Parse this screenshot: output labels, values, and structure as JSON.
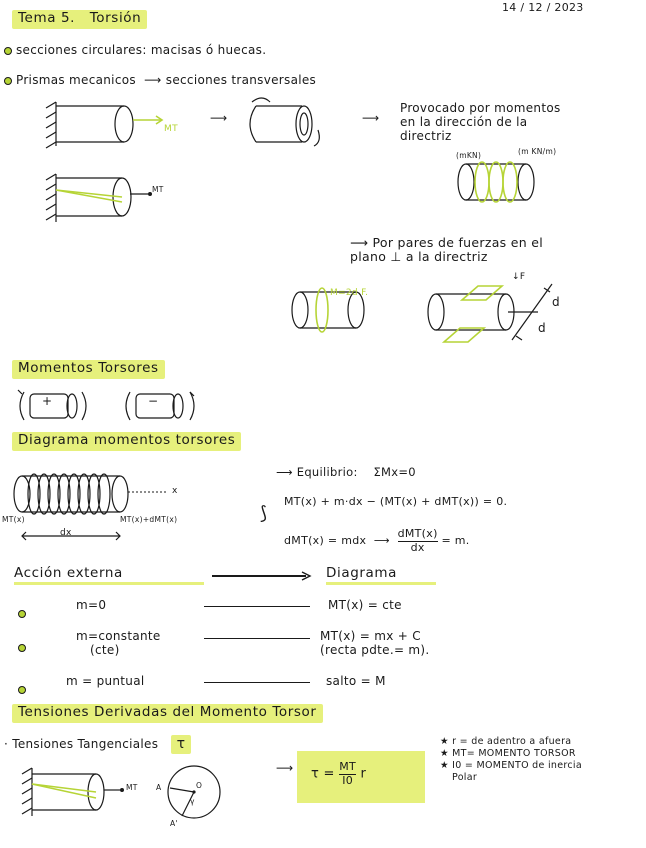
{
  "header": {
    "title": "Tema 5.",
    "subtitle": "Torsión",
    "date": "14 / 12 / 2023"
  },
  "intro": {
    "line1": "secciones circulares: macisas ó huecas.",
    "line2": "Prismas mecanicos",
    "line2_arrow": "secciones transversales",
    "caption1": [
      "Provocado por momentos",
      "en la dirección de la",
      "directriz"
    ],
    "mt_label": "MT",
    "mt_label2": "MT",
    "moment_units1": "(mKN)",
    "moment_units2": "(m KN/m)",
    "caption2": [
      "Por pares de fuerzas en el",
      "plano ⊥ a la directriz"
    ],
    "pair_label": "M=2d F.",
    "force_label": "F",
    "d_label1": "d",
    "d_label2": "d"
  },
  "momentos_torsores": {
    "title": "Momentos Torsores",
    "plus": "+",
    "minus": "−"
  },
  "diagrama": {
    "title": "Diagrama momentos torsores",
    "left_label": "MT(x)",
    "right_label": "MT(x)+dMT(x)",
    "dx_label": "dx",
    "x_label": "x",
    "eq_title": "Equilibrio:",
    "eq_sum": "ΣMx=0",
    "eq1": "MT(x) + m·dx − (MT(x) + dMT(x)) = 0.",
    "eq2_left": "dMT(x) = mdx",
    "eq2_frac_num": "dMT(x)",
    "eq2_frac_den": "dx",
    "eq2_right": "= m."
  },
  "tabla": {
    "col1": "Acción externa",
    "col2": "Diagrama",
    "rows": [
      {
        "left": "m=0",
        "left2": "",
        "right": "MT(x) = cte",
        "right2": ""
      },
      {
        "left": "m=constante",
        "left2": "(cte)",
        "right": "MT(x) = mx + C",
        "right2": "(recta pdte.= m)."
      },
      {
        "left": "m = puntual",
        "left2": "",
        "right": "salto = M",
        "right2": ""
      }
    ]
  },
  "tensiones": {
    "title": "Tensiones Derivadas del Momento Torsor",
    "subtitle": "Tensiones Tangenciales",
    "tau": "τ",
    "mt_label": "MT",
    "formula_lhs": "τ =",
    "formula_num": "MT",
    "formula_den": "I0",
    "formula_r": "r",
    "circle_labels": {
      "a": "A",
      "o": "O",
      "gamma": "γ",
      "a1": "A'"
    },
    "notes": [
      "★ r = de adentro a afuera",
      "★ MT= MOMENTO TORSOR",
      "★ I0 = MOMENTO de inercia",
      "Polar"
    ]
  },
  "colors": {
    "highlight": "#e6f07c",
    "lime_ink": "#b6d436",
    "ink": "#1a1a1a"
  }
}
